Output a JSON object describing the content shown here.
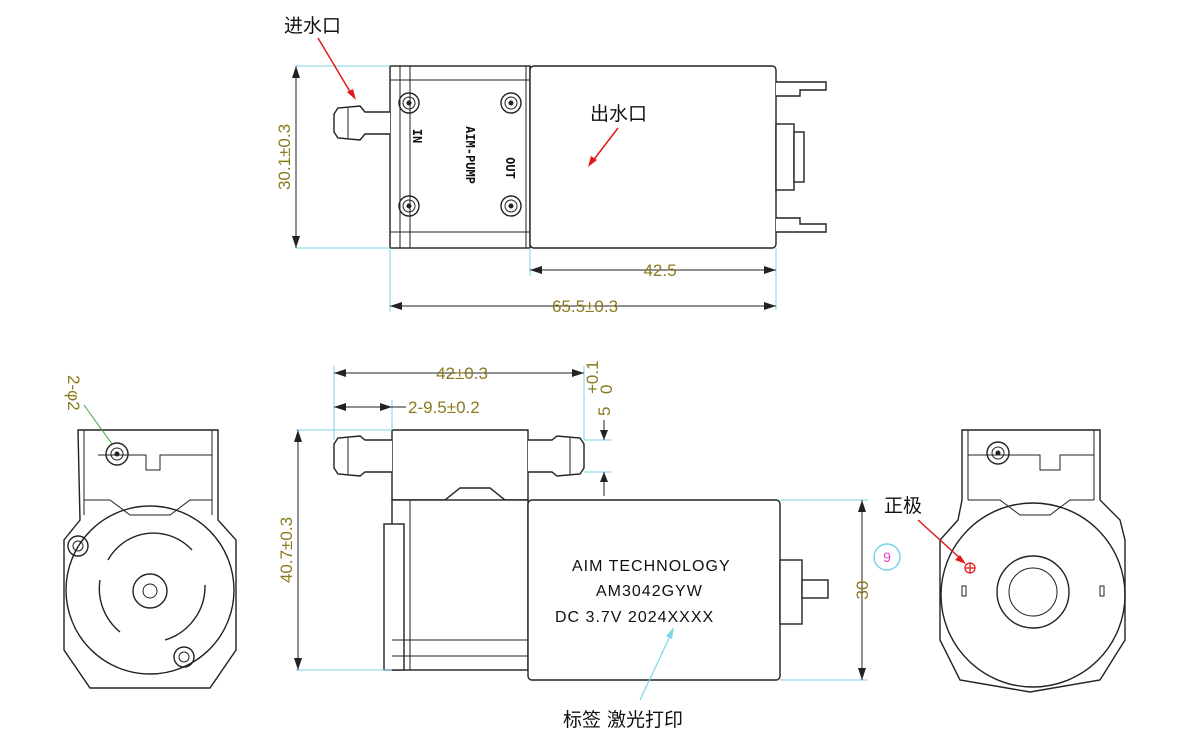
{
  "labels": {
    "inlet": "进水口",
    "outlet": "出水口",
    "positive": "正极",
    "label_note": "标签 激光打印",
    "in_mark": "IN",
    "out_mark": "OUT",
    "brand_mark": "AIM-PUMP"
  },
  "nameplate": {
    "line1": "AIM TECHNOLOGY",
    "line2": "AM3042GYW",
    "line3": "DC 3.7V 2024XXXX"
  },
  "dimensions": {
    "height_top": "30.1±0.3",
    "motor_length": "42.5",
    "total_length": "65.5±0.3",
    "head_length": "42±0.3",
    "nozzle_spacing": "2-9.5±0.2",
    "nozzle_offset": "5",
    "tol_plus": "+0.1",
    "tol_zero": "0",
    "height_side": "40.7±0.3",
    "motor_diameter": "30",
    "hole_spec": "2-φ2",
    "callout_number": "9"
  },
  "colors": {
    "dimension_text": "#8a7a1e",
    "dimension_line": "#7fd3e6",
    "arrow": "#e01a1a",
    "callout": "#e040c0"
  }
}
